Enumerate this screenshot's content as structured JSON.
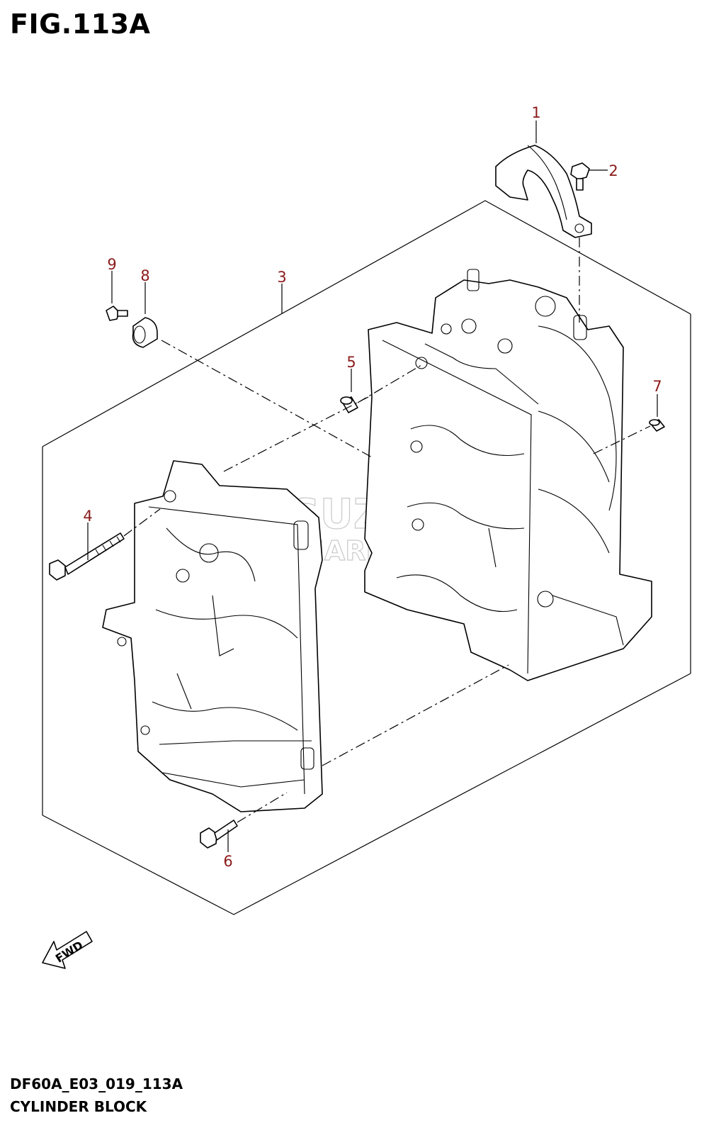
{
  "figure": {
    "title": "FIG.113A",
    "code": "DF60A_E03_019_113A",
    "name": "CYLINDER BLOCK"
  },
  "watermark": {
    "line1": "SUZUKI",
    "line2": "MARINE PARTS"
  },
  "direction_label": "FWD",
  "callouts": [
    "1",
    "2",
    "3",
    "4",
    "5",
    "6",
    "7",
    "8",
    "9"
  ],
  "colors": {
    "callout": "#8b1a1a",
    "line": "#000000",
    "watermark": "#c9c9c9"
  }
}
